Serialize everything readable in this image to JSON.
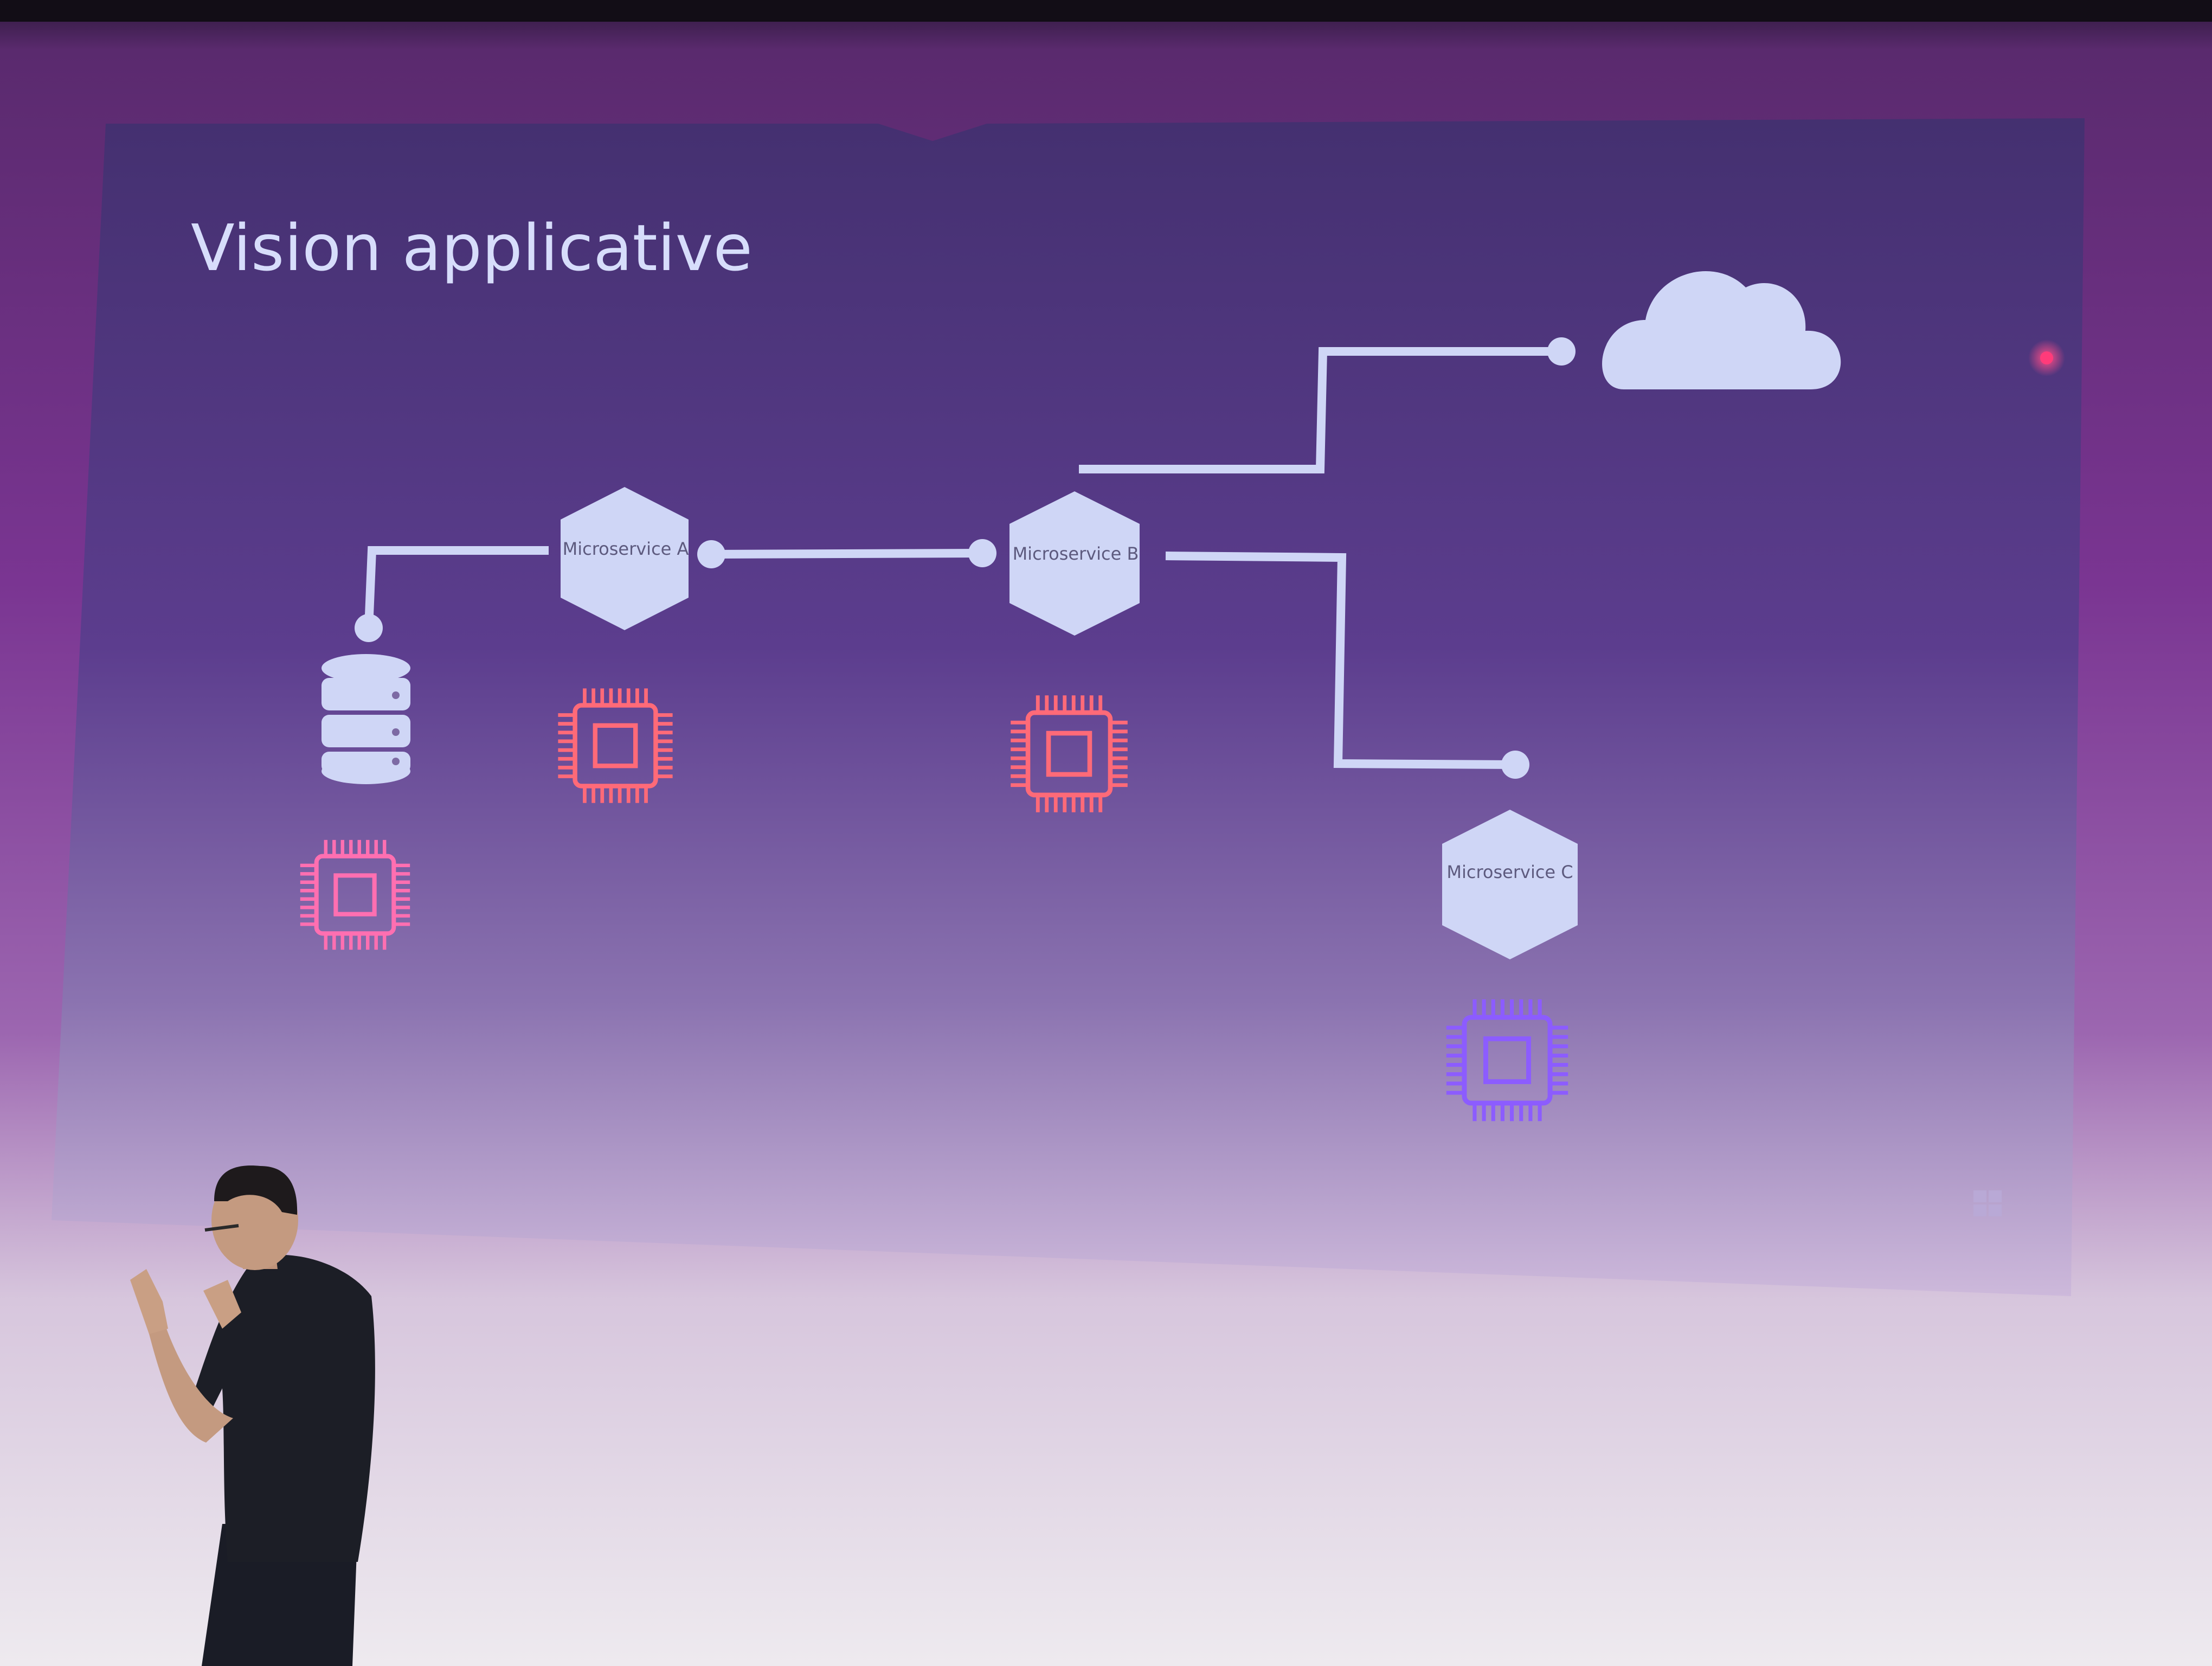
{
  "slide": {
    "title": "Vision applicative",
    "services": [
      {
        "id": "a",
        "label": "Microservice A"
      },
      {
        "id": "b",
        "label": "Microservice B"
      },
      {
        "id": "c",
        "label": "Microservice C"
      }
    ]
  },
  "colors": {
    "slide_background_top": "#4a3578",
    "slide_background_bottom": "#c9b5d6",
    "wall_background": "#6a2e7e",
    "connector": "#cfd6f6",
    "node_fill": "#cfd6f6",
    "title_text": "#d7ddfb",
    "chip_pink": "#ff6fb1",
    "chip_coral": "#ff6a78",
    "chip_violet": "#8c5cff",
    "laser_dot": "#ff3b7a"
  },
  "icons": [
    "database-icon",
    "cloud-icon",
    "cpu-chip-icon",
    "windows-logo-icon",
    "hexagon-node-icon"
  ]
}
